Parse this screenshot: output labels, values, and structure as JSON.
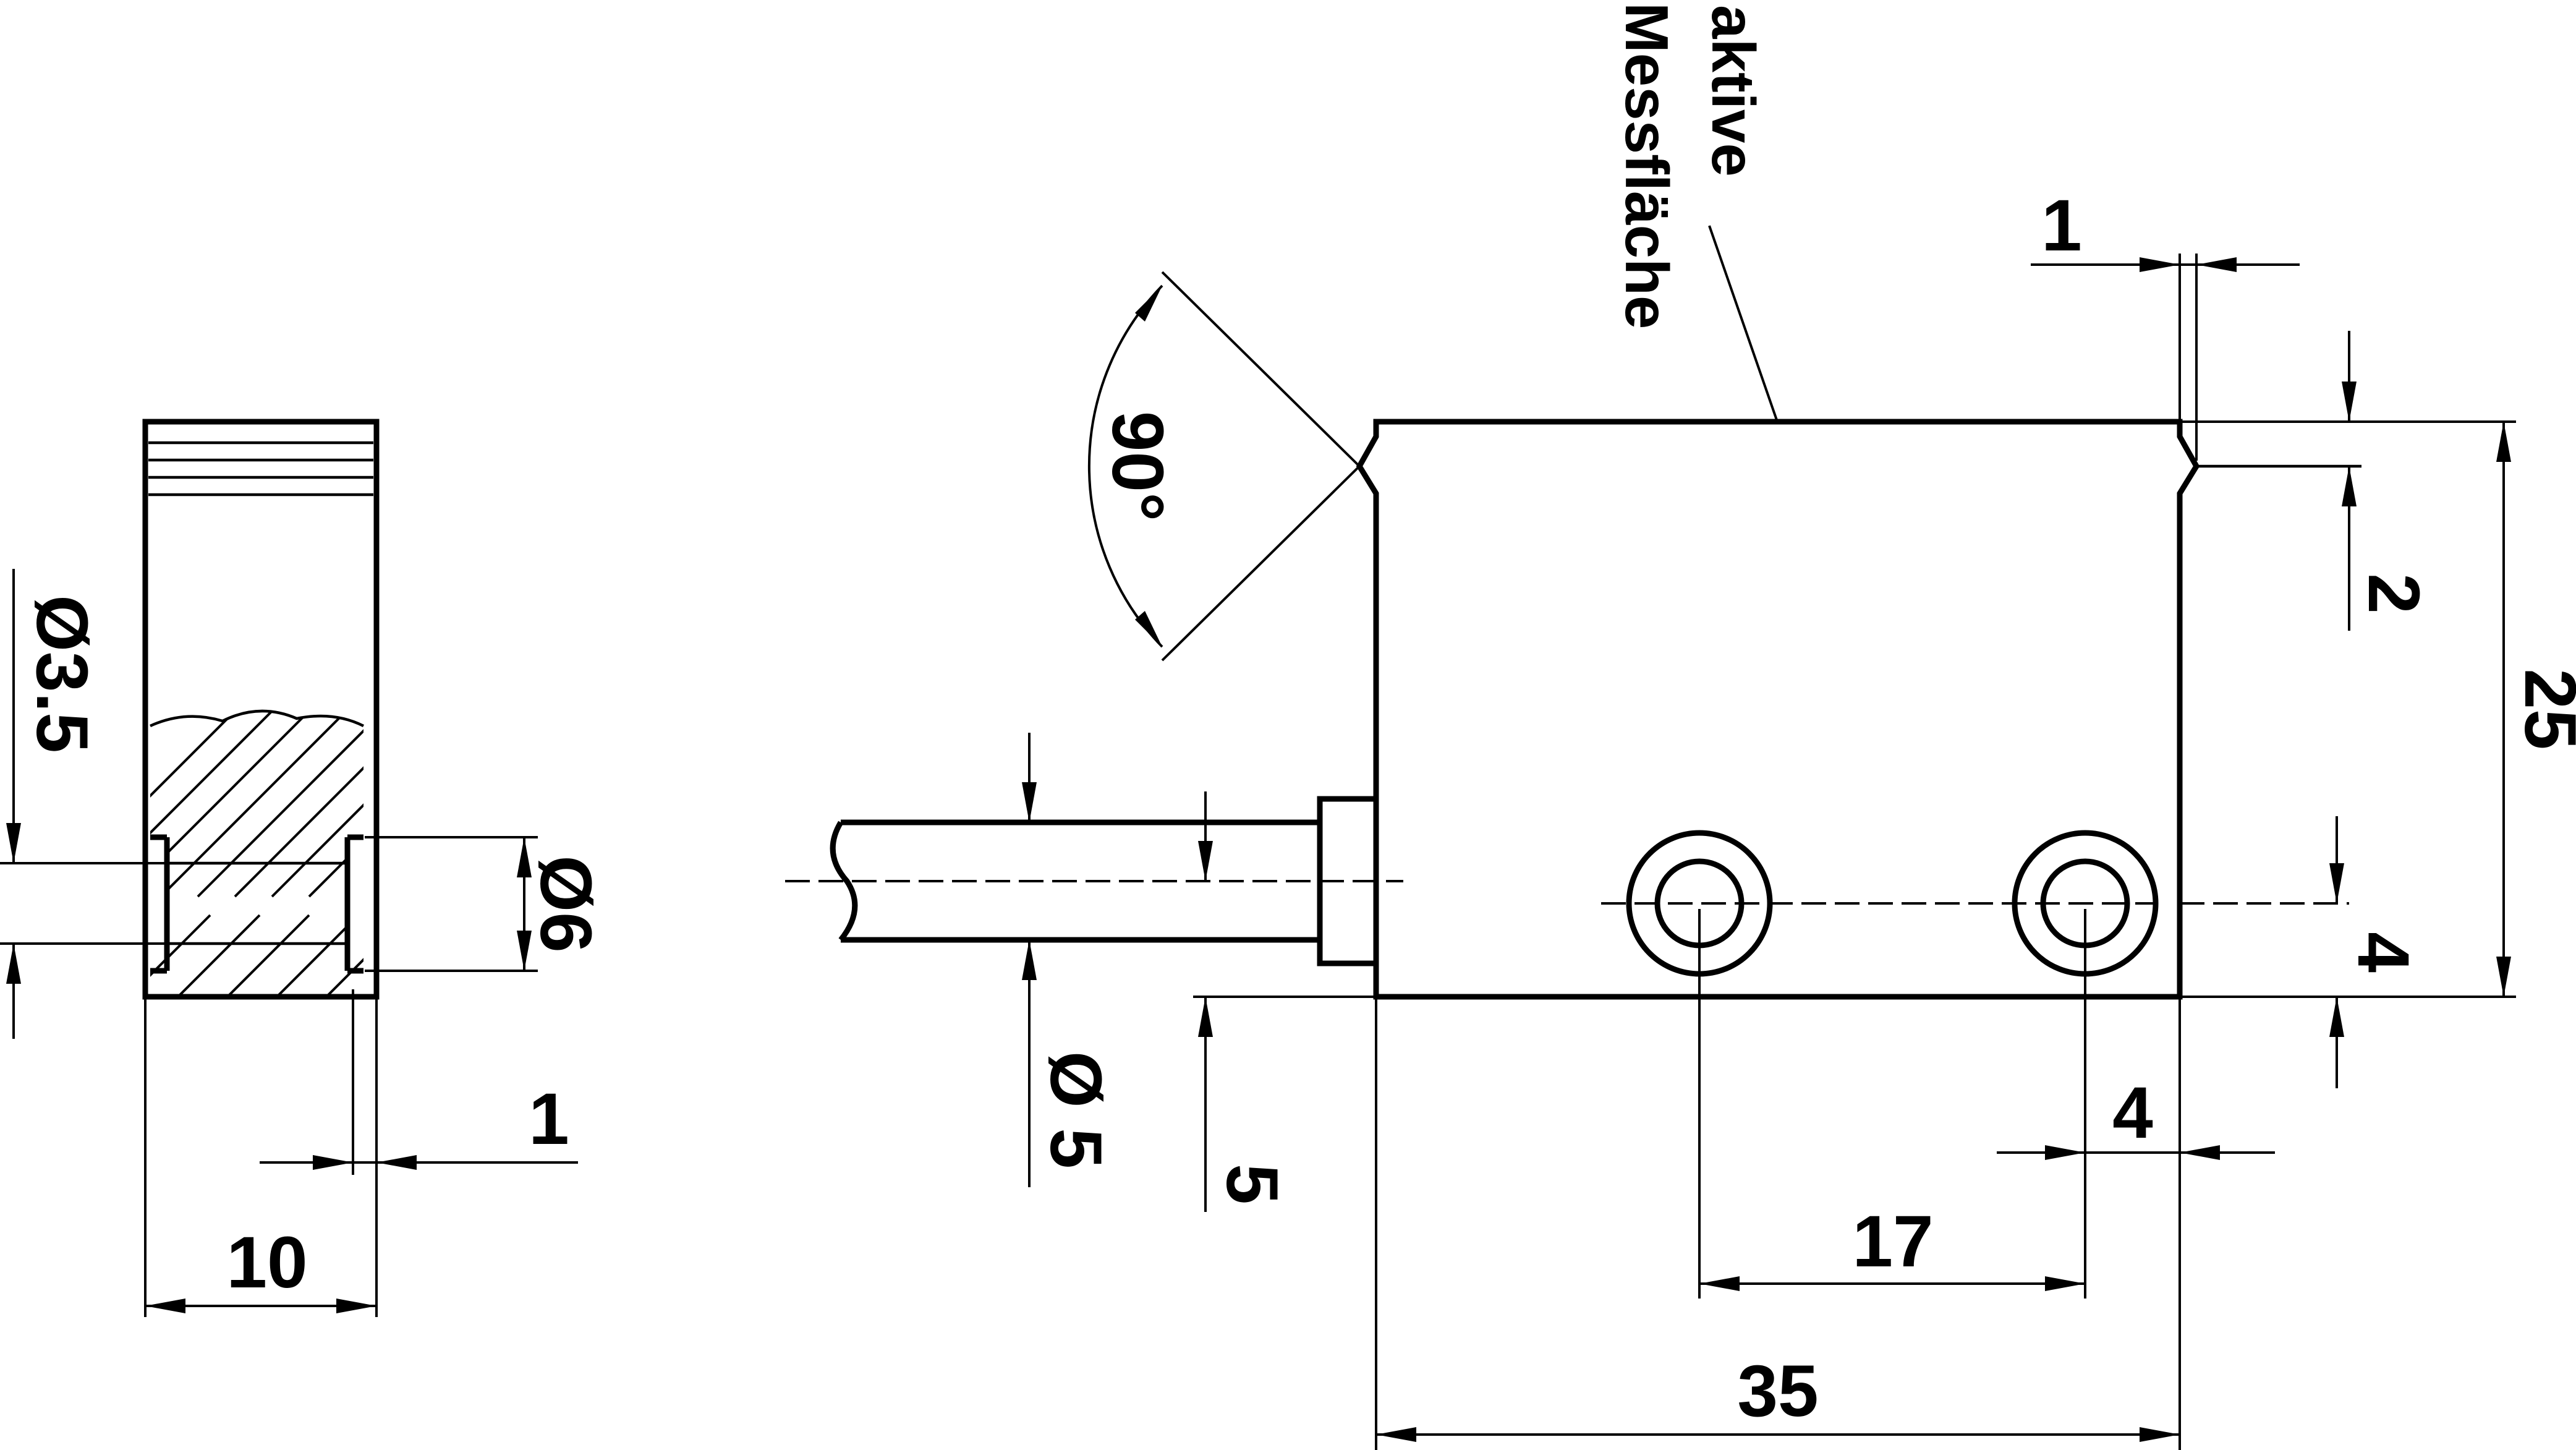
{
  "side_view": {
    "width_dim": "10",
    "groove_dim": "1",
    "hole_diameter": "Ø6",
    "bore_diameter": "Ø3.5"
  },
  "front_view": {
    "active_surface_line1": "aktive",
    "active_surface_line2": "Messfläche",
    "angle": "90°",
    "chamfer_width": "1",
    "chamfer_height": "2",
    "height": "25",
    "hole_offset_bottom": "4",
    "hole_offset_side": "4",
    "hole_spacing": "17",
    "length": "35",
    "cable_diameter": "Ø 5",
    "cable_offset": "5"
  }
}
